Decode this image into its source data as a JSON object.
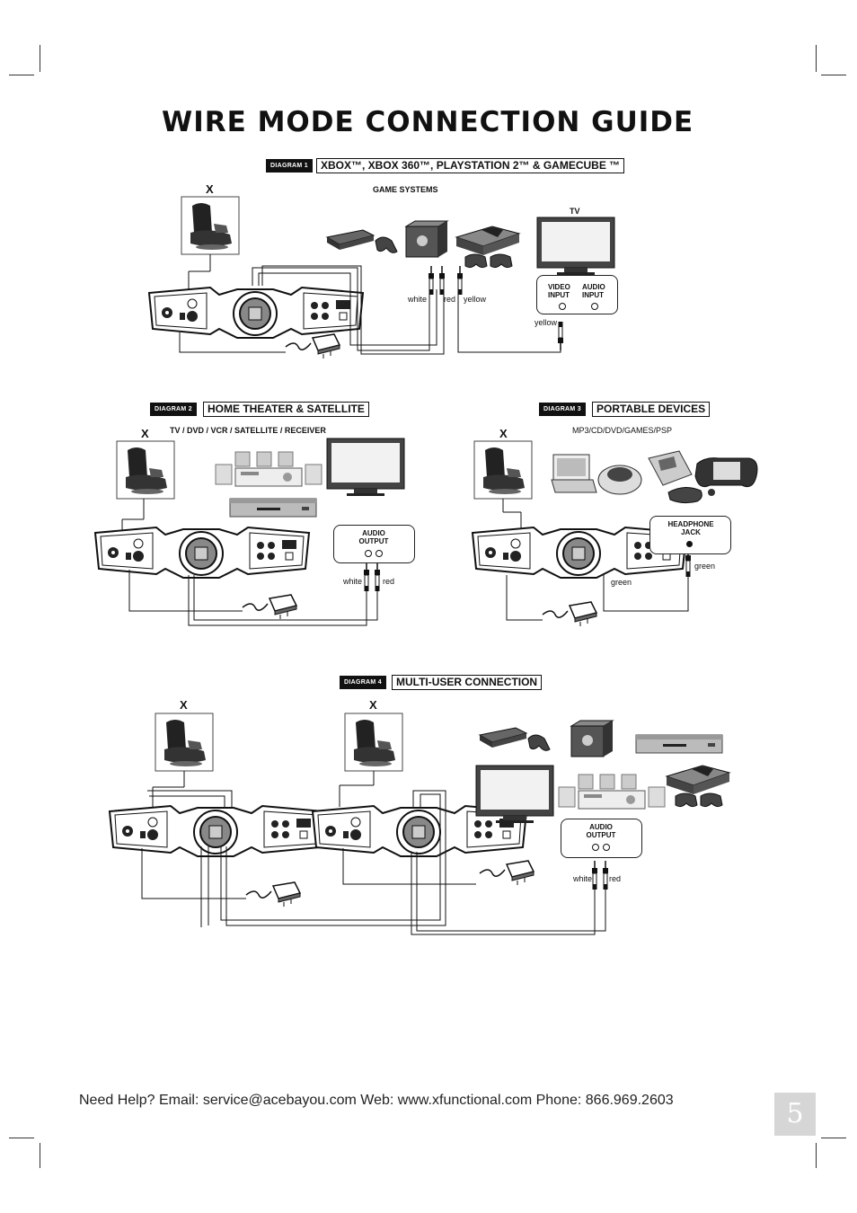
{
  "page": {
    "title": "WIRE MODE CONNECTION GUIDE",
    "page_number": "5",
    "footer": "Need Help?   Email: service@acebayou.com Web: www.xfunctional.com Phone: 866.969.2603"
  },
  "diagram1": {
    "tag": "DIAGRAM 1",
    "caption": "XBOX™,  XBOX 360™, PLAYSTATION 2™ & GAMECUBE ™",
    "section_label": "GAME SYSTEMS",
    "chair_label": "X",
    "tv_label": "TV",
    "video_input": "VIDEO INPUT",
    "audio_input": "AUDIO INPUT",
    "wire_white": "white",
    "wire_red": "red",
    "wire_yellow": "yellow",
    "wire_yellow_plug": "yellow"
  },
  "diagram2": {
    "tag": "DIAGRAM 2",
    "caption": "HOME THEATER & SATELLITE",
    "section_label": "TV / DVD / VCR / SATELLITE / RECEIVER",
    "chair_label": "X",
    "audio_output": "AUDIO OUTPUT",
    "wire_white": "white",
    "wire_red": "red"
  },
  "diagram3": {
    "tag": "DIAGRAM 3",
    "caption": "PORTABLE DEVICES",
    "section_label": "MP3/CD/DVD/GAMES/PSP",
    "chair_label": "X",
    "headphone_jack": "HEADPHONE JACK",
    "wire_green_1": "green",
    "wire_green_2": "green"
  },
  "diagram4": {
    "tag": "DIAGRAM 4",
    "caption": "MULTI-USER CONNECTION",
    "chair_label_1": "X",
    "chair_label_2": "X",
    "audio_output": "AUDIO OUTPUT",
    "wire_white": "white",
    "wire_red": "red"
  }
}
